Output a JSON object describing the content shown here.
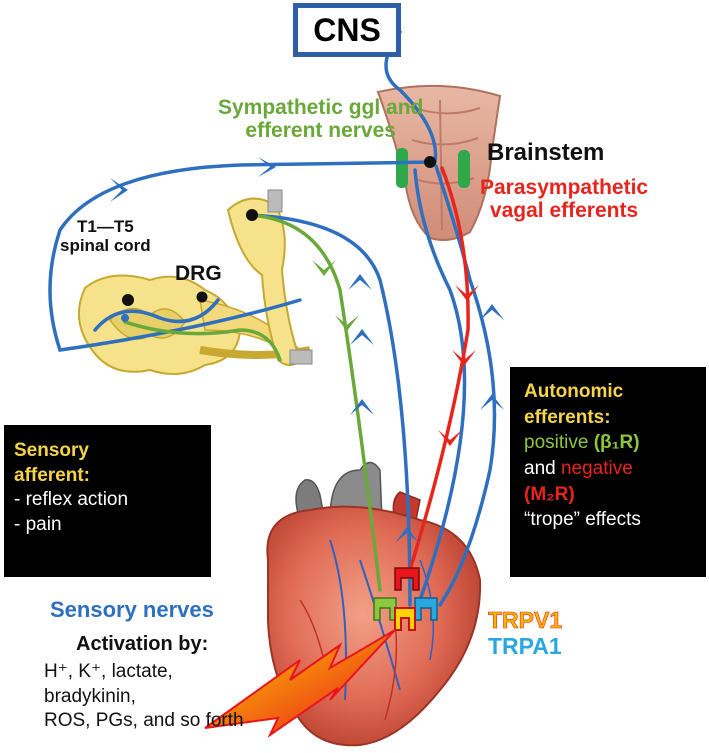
{
  "cns": "CNS",
  "sympathetic": {
    "line1": "Sympathetic ggl and",
    "line2": "efferent nerves"
  },
  "brainstem": "Brainstem",
  "parasympathetic": {
    "line1": "Parasympathetic",
    "line2": "vagal efferents"
  },
  "spinal": {
    "line1": "T1—T5",
    "line2": "spinal cord"
  },
  "drg": "DRG",
  "sensory_afferent": {
    "title1": "Sensory",
    "title2": "afferent:",
    "item1": "- reflex action",
    "item2": "- pain"
  },
  "autonomic": {
    "title1": "Autonomic",
    "title2": "efferents:",
    "positive_word": "positive ",
    "positive_rec": "(β₁R)",
    "and_word": "and ",
    "negative_word": "negative",
    "negative_rec": "(M₂R)",
    "trope": "“trope” effects"
  },
  "sensory_nerves": "Sensory nerves",
  "activation": {
    "title": "Activation by:",
    "line1": "H⁺, K⁺, lactate,",
    "line2": "bradykinin,",
    "line3": "ROS, PGs, and so forth"
  },
  "trpv1": "TRPV1",
  "trpa1": "TRPA1",
  "colors": {
    "sensory_blue": "#2e6fbf",
    "sympathetic_green": "#6aa83a",
    "vagal_red": "#e8251c",
    "trpv1": "#f5b800",
    "trpa1": "#29a8e0"
  }
}
